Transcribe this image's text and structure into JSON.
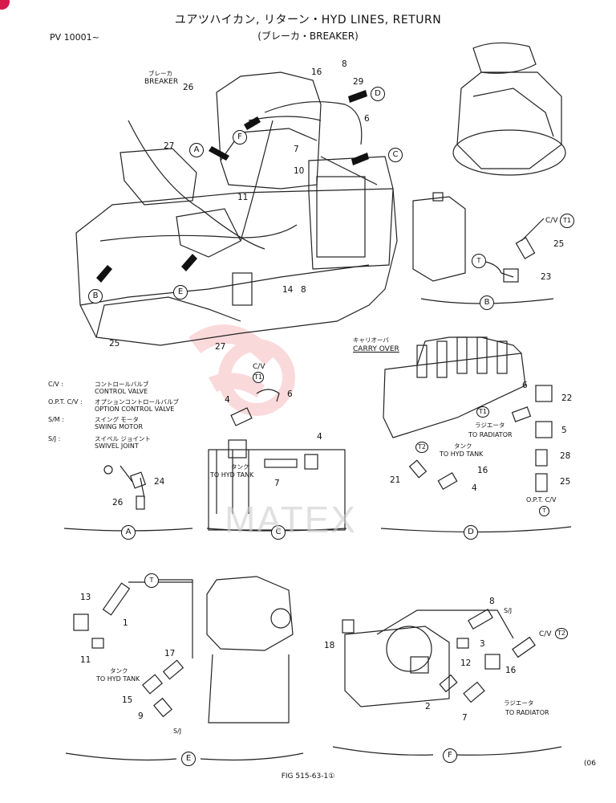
{
  "header": {
    "title": "ユアツハイカン, リターン・HYD LINES, RETURN",
    "subtitle": "(ブレーカ・BREAKER)",
    "serial": "PV 10001~"
  },
  "footer": {
    "fig": "FIG 515-63-1①",
    "page": "(06"
  },
  "watermark": {
    "text": "MATEX",
    "color": "#e8343c"
  },
  "badge_color": "#d61a4a",
  "main_view": {
    "breaker_label_jp": "ブレーカ",
    "breaker_label_en": "BREAKER",
    "part_numbers": [
      "26",
      "27",
      "16",
      "8",
      "29",
      "6",
      "7",
      "10",
      "11",
      "25",
      "27",
      "14",
      "8"
    ],
    "views": [
      "A",
      "B",
      "C",
      "D",
      "E",
      "F"
    ]
  },
  "legend": [
    {
      "key": "C/V :",
      "jp": "コントロールバルブ",
      "en": "CONTROL VALVE"
    },
    {
      "key": "O.P.T. C/V :",
      "jp": "オプションコントロールバルブ",
      "en": "OPTION CONTROL VALVE"
    },
    {
      "key": "S/M :",
      "jp": "スイング モータ",
      "en": "SWING MOTOR"
    },
    {
      "key": "S/J :",
      "jp": "スイベル ジョイント",
      "en": "SWIVEL JOINT"
    }
  ],
  "view_a": {
    "parts": [
      "24",
      "26"
    ],
    "label": "A"
  },
  "view_b": {
    "parts": [
      "25",
      "23"
    ],
    "cv": "C/V",
    "t1": "T1",
    "t": "T",
    "label": "B"
  },
  "view_c": {
    "parts": [
      "4",
      "6",
      "4",
      "7"
    ],
    "cv": "C/V",
    "t1": "T1",
    "tank_jp": "タンク",
    "tank_en": "TO HYD TANK",
    "label": "C"
  },
  "view_d": {
    "carry_jp": "キャリオーバ",
    "carry_en": "CARRY OVER",
    "rad_jp": "ラジエータ",
    "rad_en": "TO RADIATOR",
    "tank_jp": "タンク",
    "tank_en": "TO HYD TANK",
    "parts": [
      "6",
      "22",
      "5",
      "28",
      "25",
      "16",
      "21",
      "4"
    ],
    "opt": "O.P.T. C/V",
    "t1": "T1",
    "t2": "T2",
    "t": "T",
    "label": "D"
  },
  "view_e": {
    "parts": [
      "13",
      "1",
      "11",
      "17",
      "15",
      "9"
    ],
    "tank_jp": "タンク",
    "tank_en": "TO HYD TANK",
    "sj": "S/J",
    "t": "T",
    "label": "E"
  },
  "view_f": {
    "parts": [
      "8",
      "18",
      "3",
      "12",
      "16",
      "2",
      "7"
    ],
    "sj": "S/J",
    "cv": "C/V",
    "t2": "T2",
    "rad_jp": "ラジエータ",
    "rad_en": "TO RADIATOR",
    "label": "F"
  }
}
